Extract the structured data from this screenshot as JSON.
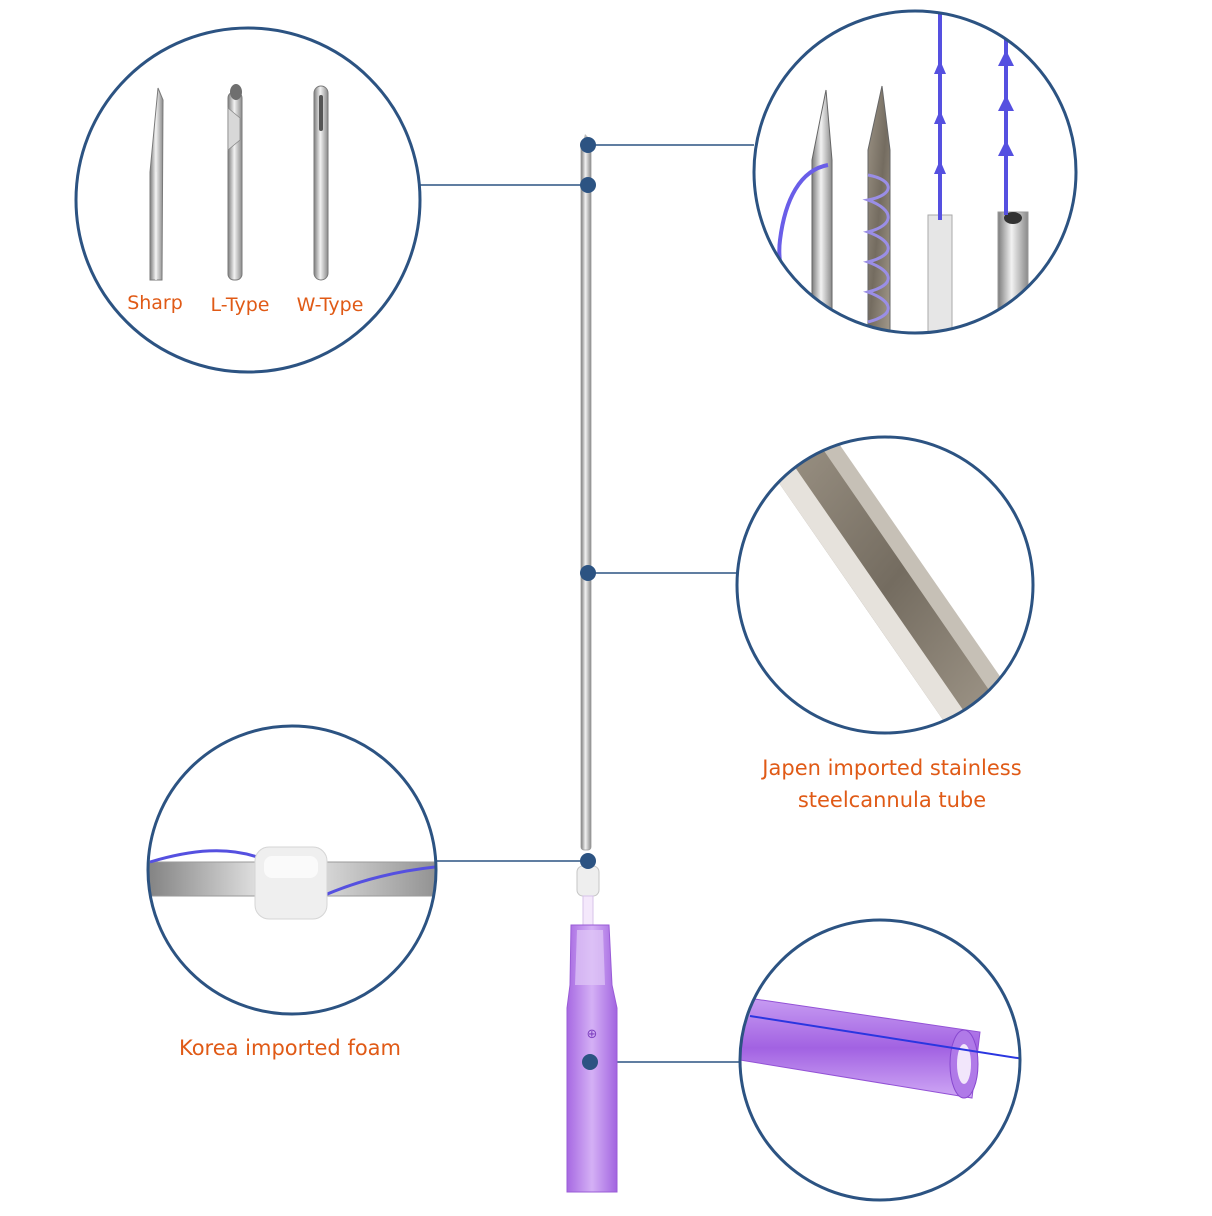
{
  "colors": {
    "ring": "#2c5382",
    "label": "#e05a16",
    "needle": "#b3b3b3",
    "hub": "#b57de8",
    "thread": "#5550e0"
  },
  "icons": [
    "sharp-needle-tip-icon",
    "l-type-needle-tip-icon",
    "w-type-needle-tip-icon",
    "barbed-thread-icon",
    "foam-ring-icon",
    "cannula-hub-icon"
  ],
  "tip_types": [
    {
      "label": "Sharp"
    },
    {
      "label": "L-Type"
    },
    {
      "label": "W-Type"
    }
  ],
  "callouts": {
    "cannula_line1": "Japen imported stainless",
    "cannula_line2": "steelcannula tube",
    "foam": "Korea imported foam"
  }
}
